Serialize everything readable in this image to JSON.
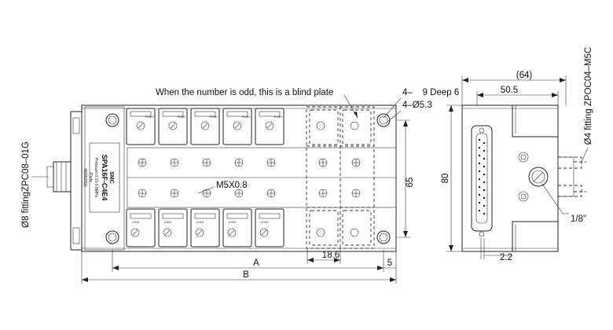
{
  "front_view": {
    "callout_blind_plate": "When the number is odd, this is a blind plate",
    "label_deep": "4–    9 Deep 6",
    "label_holes": "4–Ø5.3",
    "label_thread": "M5X0.8",
    "dim_A": "A",
    "dim_B": "B",
    "dim_5": "5",
    "dim_18_6": "18.6",
    "dim_65": "65",
    "fitting_left": "Ø8 fittingZPC08–01G",
    "base_label": {
      "line1": "SPA16F-C4E4",
      "line2": "Pressure:0.15-0.8MPa",
      "line3": "Ports",
      "line4": "H0302000",
      "brand": "SMC"
    },
    "valve_labels": [
      "PUSH",
      "LOCK"
    ]
  },
  "side_view": {
    "dim_64": "(64)",
    "dim_50_5": "50.5",
    "dim_80": "80",
    "dim_2_2": "2.2",
    "dim_1_8": "1/8\"",
    "fitting_right": "Ø4 fitting ZPOC04–M5C"
  }
}
